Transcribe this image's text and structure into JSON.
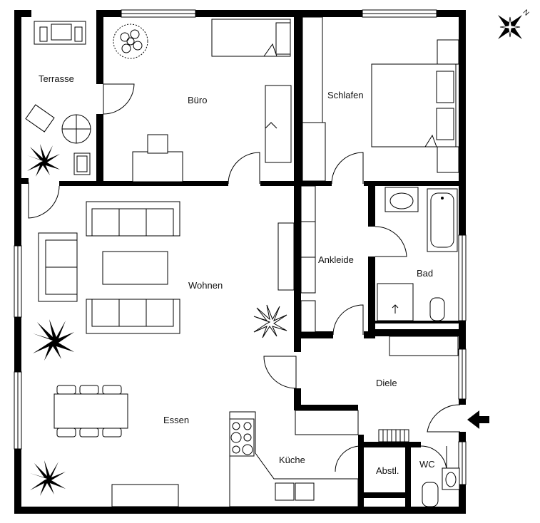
{
  "rooms": {
    "terrasse": "Terrasse",
    "buero": "Büro",
    "schlafen": "Schlafen",
    "wohnen": "Wohnen",
    "ankleide": "Ankleide",
    "bad": "Bad",
    "dielen": "Diele",
    "essen": "Essen",
    "kueche": "Küche",
    "abstl": "Abstl.",
    "wc": "WC"
  },
  "compass": {
    "north_letter": "N",
    "icon": "compass-rose-icon"
  },
  "entrance": {
    "icon": "entrance-arrow-icon"
  },
  "colors": {
    "wall": "#000000",
    "background": "#ffffff"
  }
}
